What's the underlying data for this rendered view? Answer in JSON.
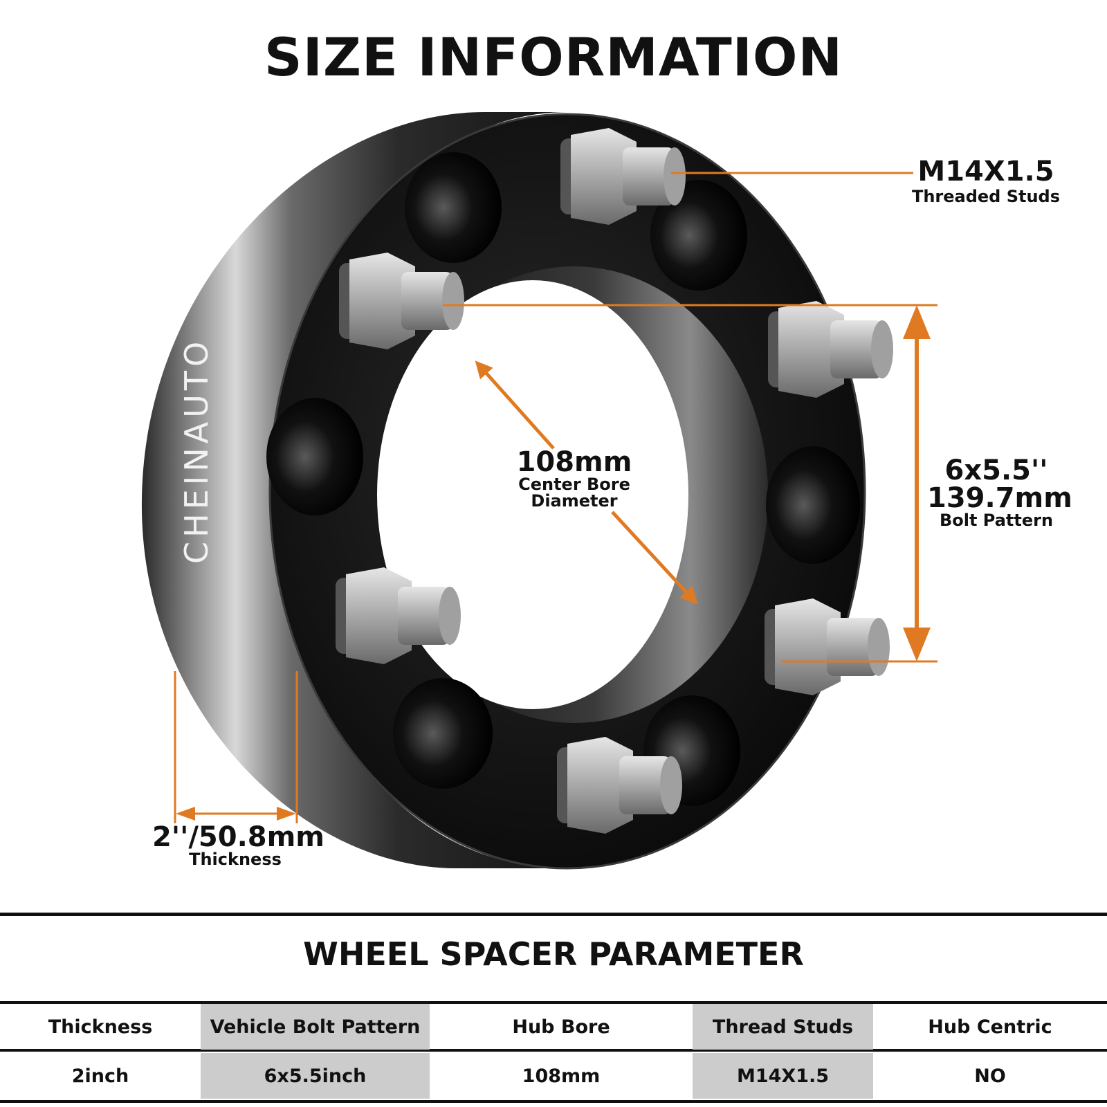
{
  "header": {
    "title": "SIZE INFORMATION"
  },
  "product": {
    "brand_engraving": "CHEINAUTO"
  },
  "callouts": {
    "studs": {
      "value": "M14X1.5",
      "caption": "Threaded Studs"
    },
    "bolt_pattern": {
      "value_imperial": "6x5.5''",
      "value_metric": "139.7mm",
      "caption": "Bolt Pattern"
    },
    "center_bore": {
      "value": "108mm",
      "caption_line1": "Center Bore",
      "caption_line2": "Diameter"
    },
    "thickness": {
      "value": "2''/50.8mm",
      "caption": "Thickness"
    }
  },
  "colors": {
    "accent": "#e07a22",
    "text": "#111111",
    "shade": "#cccccc"
  },
  "parameters": {
    "title": "WHEEL SPACER PARAMETER",
    "headers": [
      "Thickness",
      "Vehicle Bolt Pattern",
      "Hub Bore",
      "Thread Studs",
      "Hub Centric"
    ],
    "values": [
      "2inch",
      "6x5.5inch",
      "108mm",
      "M14X1.5",
      "NO"
    ]
  }
}
